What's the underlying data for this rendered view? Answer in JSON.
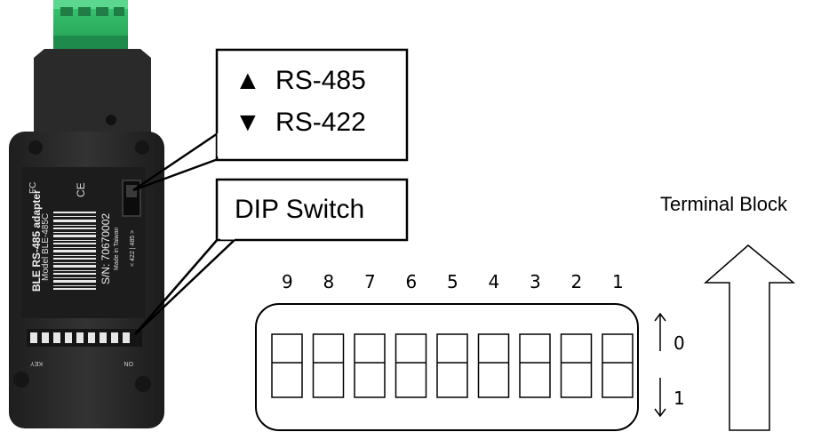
{
  "callouts": {
    "mode": {
      "up_glyph": "▲",
      "up_label": "RS-485",
      "down_glyph": "▼",
      "down_label": "RS-422"
    },
    "dip": {
      "label": "DIP Switch"
    }
  },
  "device": {
    "product_name": "BLE RS-485 adapter",
    "model": "Model  BLE-485C",
    "serial": "S/N: 70670002",
    "origin": "Made in Taiwan",
    "mode_marking": "< 422 | 485 >",
    "fcc": "FC",
    "ce": "CE",
    "on_marking": "ON",
    "key_marking": "KEY"
  },
  "dip_diagram": {
    "switch_numbers": [
      "9",
      "8",
      "7",
      "6",
      "5",
      "4",
      "3",
      "2",
      "1"
    ],
    "state_off": "0",
    "state_on": "1"
  },
  "terminal_block": {
    "label": "Terminal Block"
  },
  "colors": {
    "connector": "#2fb866",
    "case": "#2c2c2c",
    "outline": "#000000"
  }
}
